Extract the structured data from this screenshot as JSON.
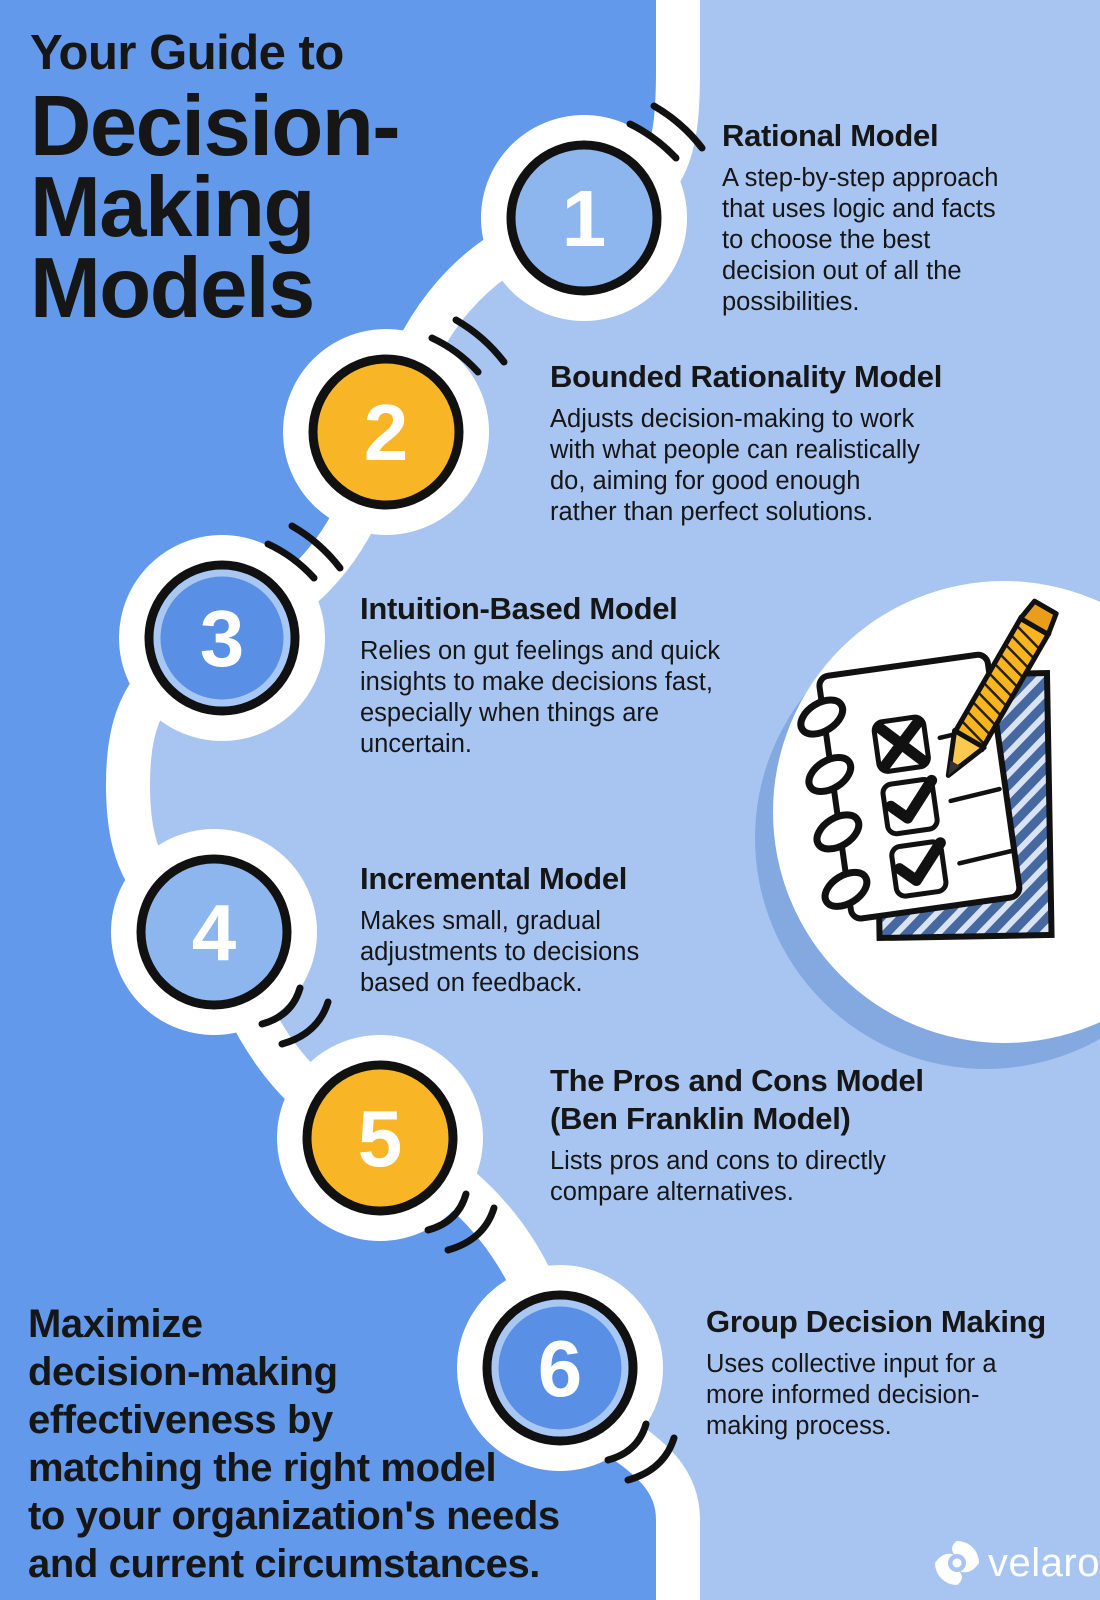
{
  "title": {
    "pre": "Your Guide to",
    "main": "Decision-\nMaking\nModels"
  },
  "items": [
    {
      "number": "1",
      "heading": "Rational Model",
      "body": "A step-by-step approach\nthat uses logic and facts\nto choose the best\ndecision out of all the\npossibilities.",
      "circle_style": "light-blue"
    },
    {
      "number": "2",
      "heading": "Bounded Rationality Model",
      "body": "Adjusts decision-making to work\nwith what people can realistically\ndo, aiming for good enough\nrather than perfect solutions.",
      "circle_style": "yellow"
    },
    {
      "number": "3",
      "heading": "Intuition-Based Model",
      "body": "Relies on gut feelings and quick\ninsights to make decisions fast,\nespecially when things are\nuncertain.",
      "circle_style": "medium-blue-ringed"
    },
    {
      "number": "4",
      "heading": "Incremental Model",
      "body": "Makes small, gradual\nadjustments to decisions\nbased on feedback.",
      "circle_style": "light-blue"
    },
    {
      "number": "5",
      "heading": "The Pros and Cons Model\n(Ben Franklin Model)",
      "body": "Lists pros and cons to directly\ncompare alternatives.",
      "circle_style": "yellow"
    },
    {
      "number": "6",
      "heading": "Group Decision Making",
      "body": "Uses collective input for a\nmore informed decision-\nmaking process.",
      "circle_style": "medium-blue-ringed"
    }
  ],
  "footer": {
    "text": "Maximize\ndecision-making\neffectiveness by\nmatching the right model\nto your organization's needs\nand current circumstances."
  },
  "brand": {
    "name": "velaro",
    "icon": "velaro-swirl-icon"
  },
  "illustration": {
    "name": "checklist-with-pencil",
    "elements": [
      "spiral-notepad",
      "crossed-checkbox",
      "checked-checkbox",
      "checked-checkbox",
      "yellow-pencil"
    ]
  },
  "colors": {
    "background_left": "#6399EA",
    "background_right": "#A8C5F2",
    "path_white": "#FFFFFF",
    "circle_light_blue": "#8DB5EE",
    "circle_yellow": "#F8B627",
    "circle_medium_blue": "#5A8FE6",
    "circle_inner_ring": "#A9C7F3",
    "outline_black": "#111111",
    "board_navy": "#44689F",
    "pencil_yellow": "#F9B51F",
    "circle_shadow_blue": "#84A9E0",
    "text_black": "#161616"
  }
}
